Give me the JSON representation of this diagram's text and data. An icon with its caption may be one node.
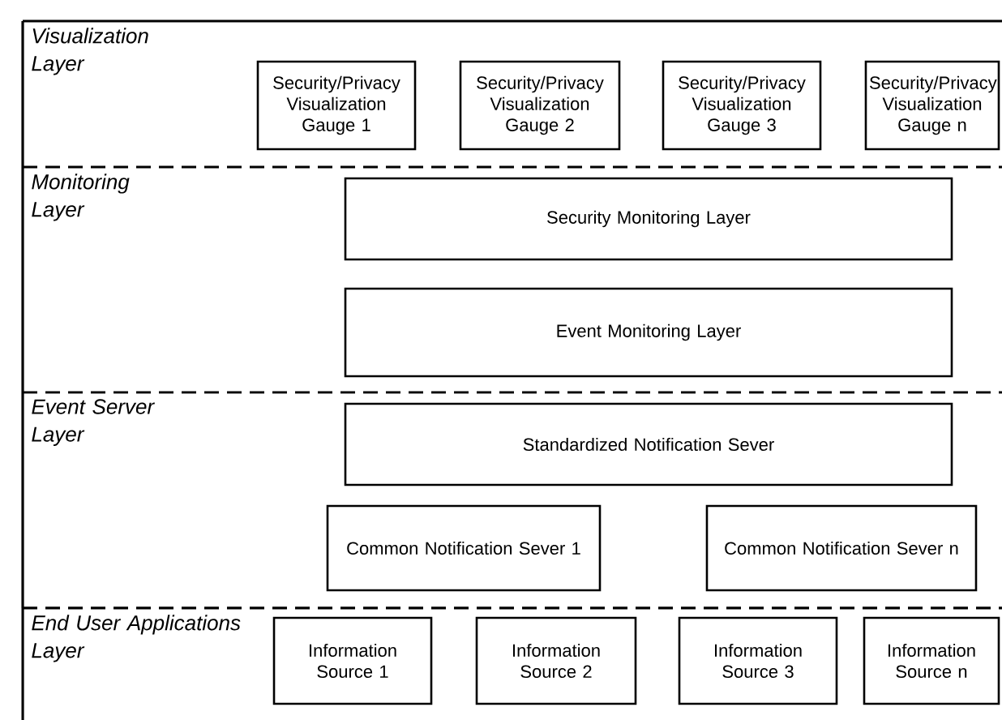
{
  "diagram": {
    "nodes": [
      {
        "text": [
          "Visualization Layer"
        ]
      },
      {
        "text": [
          "Security/Privacy Visualization Gauge 1"
        ],
        "in": 0
      },
      {
        "text": [
          "Security/Privacy Visualization Gauge 2"
        ],
        "in": 0
      },
      {
        "text": [
          "Security/Privacy Visualization Gauge 3"
        ],
        "in": 0
      },
      {
        "text": [
          "Security/Privacy Visualization Gauge n"
        ],
        "in": 0
      },
      {
        "text": [
          "Monitoring Layer"
        ]
      },
      {
        "text": [
          "Security Monitoring Layer"
        ],
        "in": 5
      },
      {
        "text": [
          "Event Monitoring Layer"
        ],
        "in": 5
      },
      {
        "text": [
          "Event Server Layer"
        ]
      },
      {
        "text": [
          "Standardized Notification Sever"
        ],
        "in": 8
      },
      {
        "text": [
          "Common Notification Sever 1"
        ],
        "in": 8
      },
      {
        "text": [
          "Common Notification Sever n"
        ],
        "in": 8
      },
      {
        "text": [
          "End User Applications Layer"
        ]
      },
      {
        "text": [
          "Information Source 1"
        ],
        "in": 12
      },
      {
        "text": [
          "Information Source 2"
        ],
        "in": 12
      },
      {
        "text": [
          "Information Source 3"
        ],
        "in": 12
      },
      {
        "text": [
          "Information Source n"
        ],
        "in": 12
      }
    ]
  }
}
